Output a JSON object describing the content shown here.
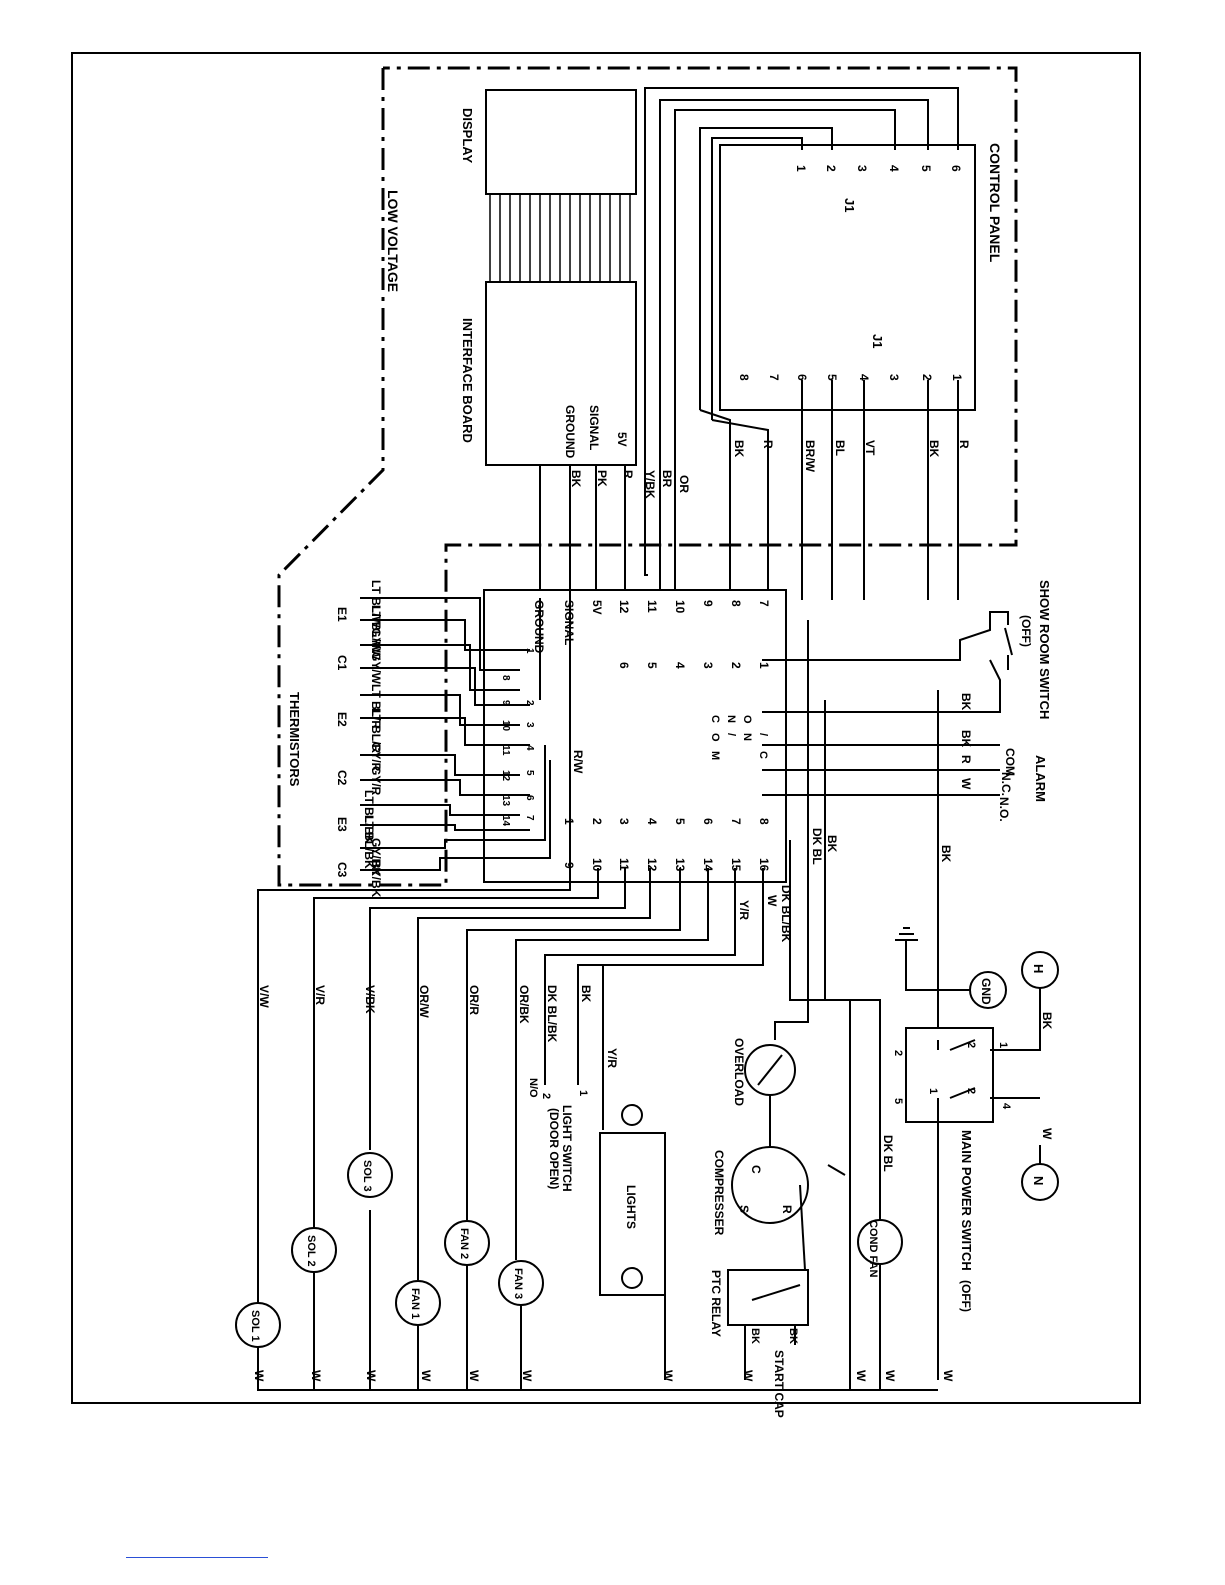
{
  "regions": {
    "low_voltage": "LOW VOLTAGE",
    "display": "DISPLAY",
    "interface_board": "INTERFACE BOARD",
    "control_panel": "CONTROL PANEL",
    "thermistors": "THERMISTORS"
  },
  "control_panel": {
    "connector_a": "J1",
    "connector_a_pins": [
      "1",
      "2",
      "3",
      "4",
      "5",
      "6"
    ],
    "connector_b": "J1",
    "connector_b_pins": [
      "1",
      "2",
      "3",
      "4",
      "5",
      "6",
      "7",
      "8"
    ]
  },
  "interface_board": {
    "pins": [
      "5V",
      "SIGNAL",
      "GROUND"
    ],
    "wires": [
      "R",
      "PK",
      "BK"
    ]
  },
  "wire_labels_upper": [
    "OR",
    "BR",
    "Y/BK",
    "BK",
    "R",
    "BR/W",
    "BL",
    "VT",
    "BK",
    "R"
  ],
  "terminal_block": {
    "row_a": [
      "GROUND",
      "SIGNAL",
      "5V",
      "12",
      "11",
      "10",
      "9",
      "8",
      "7"
    ],
    "row_b": [
      "6",
      "5",
      "4",
      "3",
      "2",
      "1"
    ],
    "row_c": [
      "1",
      "2",
      "3",
      "4",
      "5",
      "6",
      "7",
      "8"
    ],
    "row_d": [
      "9",
      "10",
      "11",
      "12",
      "13",
      "14",
      "15",
      "16"
    ],
    "alarm_terms": [
      "C",
      "O",
      "M",
      "N",
      "/",
      "O",
      "N",
      "/",
      "C"
    ],
    "thermistor_pins": [
      "1",
      "2",
      "3",
      "4",
      "5",
      "6",
      "7",
      "8",
      "9",
      "10",
      "11",
      "12",
      "13",
      "14"
    ]
  },
  "thermistors": [
    {
      "label": "E1",
      "wires": [
        "LT BL/W",
        "LT BL/W"
      ]
    },
    {
      "label": "C1",
      "wires": [
        "GY/W",
        "GY/W"
      ]
    },
    {
      "label": "E2",
      "wires": [
        "LT BL/R",
        "LT BL/R"
      ]
    },
    {
      "label": "C2",
      "wires": [
        "GY/R",
        "GY/R"
      ]
    },
    {
      "label": "E3",
      "wires": [
        "LT BL/BK",
        "LT BL/BK"
      ]
    },
    {
      "label": "C3",
      "wires": [
        "GY/BK",
        "BY/BK"
      ]
    }
  ],
  "switches": {
    "show_room": "SHOW ROOM SWITCH",
    "show_room_state": "(OFF)",
    "alarm": "ALARM",
    "alarm_terms": [
      "COM",
      "N.C.",
      "N.O."
    ],
    "main_power": "MAIN POWER SWITCH",
    "main_power_state": "(OFF)",
    "light_switch": "LIGHT SWITCH",
    "light_switch_state": "(DOOR OPEN)",
    "light_switch_pins": [
      "1",
      "2",
      "N/O"
    ],
    "main_pins": [
      "1",
      "2",
      "2",
      "5",
      "1",
      "2",
      "4"
    ]
  },
  "connections": {
    "alarm_wires": [
      "BK",
      "BK",
      "R",
      "W"
    ],
    "mid_wires": [
      "R/W",
      "BK",
      "DK BL",
      "BK"
    ],
    "lower_wires": [
      "DK BL/BK",
      "W",
      "Y/R",
      "BK",
      "DK BL/BK",
      "OR/BK",
      "OR/R",
      "OR/W",
      "V/BK",
      "V/R",
      "V/W",
      "Y/R",
      "DK BL",
      "BK",
      "W"
    ],
    "return": "W"
  },
  "components": {
    "h": "H",
    "n": "N",
    "gnd": "GND",
    "overload": "OVERLOAD",
    "compressor": "COMPRESSER",
    "compressor_terms": [
      "C",
      "S",
      "R"
    ],
    "ptc_relay": "PTC RELAY",
    "start_cap": "START CAP",
    "cap_wires": [
      "BK",
      "BK"
    ],
    "lights": "LIGHTS",
    "cond_fan": "COND FAN",
    "fans": [
      "FAN 1",
      "FAN 2",
      "FAN 3"
    ],
    "sols": [
      "SOL 1",
      "SOL 2",
      "SOL 3"
    ]
  }
}
